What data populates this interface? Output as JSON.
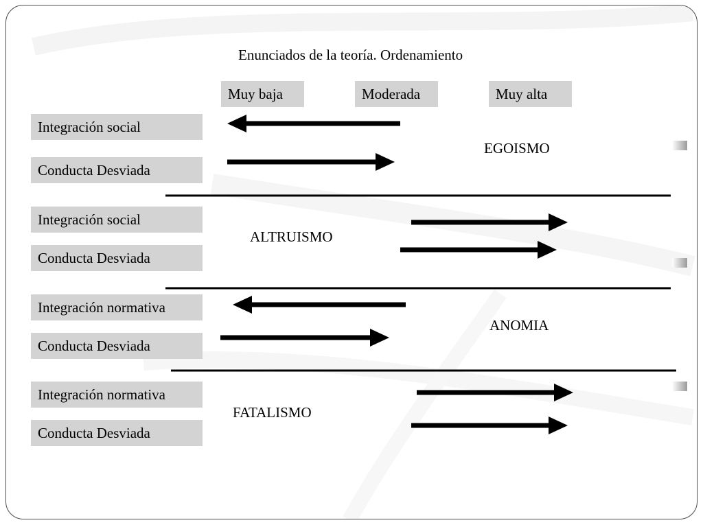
{
  "title": "Enunciados de la teoría. Ordenamiento",
  "scale": {
    "low": "Muy baja",
    "mid": "Moderada",
    "high": "Muy alta"
  },
  "rows": [
    {
      "label": "Integración social",
      "direction": "left",
      "from": "Moderada",
      "to": "Muy baja"
    },
    {
      "label": "Conducta Desviada",
      "direction": "right",
      "from": "Muy baja",
      "to": "Moderada"
    },
    {
      "label": "Integración social",
      "direction": "right",
      "from": "Moderada",
      "to": "Muy alta"
    },
    {
      "label": "Conducta Desviada",
      "direction": "right",
      "from": "Moderada",
      "to": "Muy alta"
    },
    {
      "label": "Integración normativa",
      "direction": "left",
      "from": "Moderada",
      "to": "Muy baja"
    },
    {
      "label": "Conducta Desviada",
      "direction": "right",
      "from": "Muy baja",
      "to": "Moderada"
    },
    {
      "label": "Integración normativa",
      "direction": "right",
      "from": "Moderada",
      "to": "Muy alta"
    },
    {
      "label": "Conducta Desviada",
      "direction": "right",
      "from": "Moderada",
      "to": "Muy alta"
    }
  ],
  "groups": [
    {
      "name": "EGOISMO",
      "rows": [
        0,
        1
      ]
    },
    {
      "name": "ALTRUISMO",
      "rows": [
        2,
        3
      ]
    },
    {
      "name": "ANOMIA",
      "rows": [
        4,
        5
      ]
    },
    {
      "name": "FATALISMO",
      "rows": [
        6,
        7
      ]
    }
  ],
  "colors": {
    "box_fill": "#d3d3d3",
    "arrow": "#000000",
    "frame": "#4a4a4a"
  }
}
